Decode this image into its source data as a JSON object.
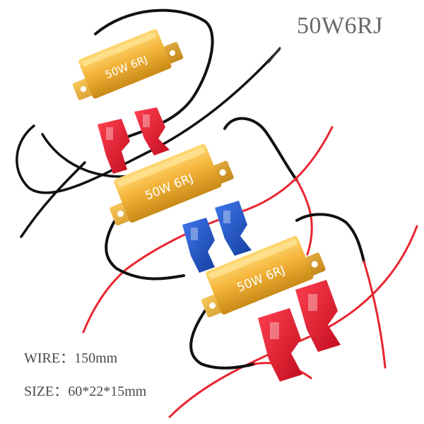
{
  "product": {
    "title": "50W6RJ",
    "resistor_marking": "50W 6RJ",
    "wire_line": "WIRE：150mm",
    "size_line": "SIZE：60*22*15mm"
  },
  "colors": {
    "resistor_body": "#f2b73a",
    "resistor_shadow": "#c98a17",
    "black_wire": "#111111",
    "red_wire": "#e8262f",
    "red_tap": "#e0132a",
    "blue_tap": "#1f55c8"
  },
  "items": [
    {
      "id": "resistor-1",
      "lead_color": "black"
    },
    {
      "id": "resistor-2",
      "lead_color": "red"
    },
    {
      "id": "resistor-3",
      "lead_color": "red"
    }
  ],
  "connectors": [
    {
      "id": "tap-pair-1",
      "color": "red"
    },
    {
      "id": "tap-pair-2",
      "color": "blue"
    },
    {
      "id": "tap-pair-3",
      "color": "red"
    }
  ]
}
